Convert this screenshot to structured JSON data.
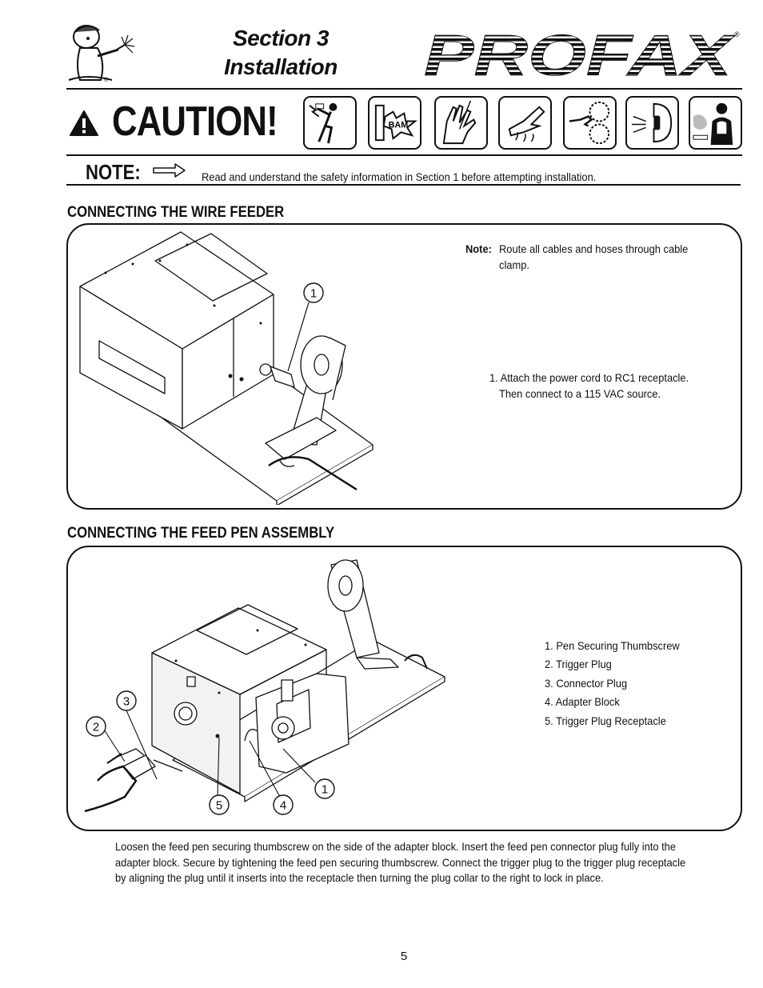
{
  "header": {
    "section_line1": "Section 3",
    "section_line2": "Installation",
    "brand_name": "PROFAX",
    "registered_mark": "®"
  },
  "caution": {
    "word": "CAUTION!",
    "icons": [
      "electric-shock-icon",
      "explosion-hazard-icon",
      "cut-hand-hazard-icon",
      "burn-hand-hazard-icon",
      "moving-parts-hazard-icon",
      "eye-protection-icon",
      "fumes-hazard-icon"
    ]
  },
  "note": {
    "label": "NOTE:",
    "text": "Read and understand the safety information in Section 1 before attempting installation."
  },
  "wire_feeder": {
    "heading": "CONNECTING THE WIRE FEEDER",
    "note_label": "Note:",
    "note_text": "Route all cables and hoses through cable clamp.",
    "step_line1": "1. Attach the power cord to RC1 receptacle.",
    "step_line2": "Then connect to a 115 VAC source.",
    "callouts": [
      "1"
    ]
  },
  "feed_pen": {
    "heading": "CONNECTING THE FEED PEN ASSEMBLY",
    "parts": [
      "1. Pen Securing Thumbscrew",
      "2. Trigger Plug",
      "3. Connector Plug",
      "4. Adapter Block",
      "5. Trigger Plug Receptacle"
    ],
    "callouts": [
      "1",
      "2",
      "3",
      "4",
      "5"
    ]
  },
  "instructions": "Loosen the feed pen securing thumbscrew on the side of the adapter block. Insert the feed pen connector plug fully into the adapter block. Secure by tightening the feed pen securing thumbscrew. Connect the trigger plug to the trigger plug receptacle by aligning the plug until it inserts into the receptacle then turning the plug collar to the right to lock in place.",
  "page_number": "5"
}
